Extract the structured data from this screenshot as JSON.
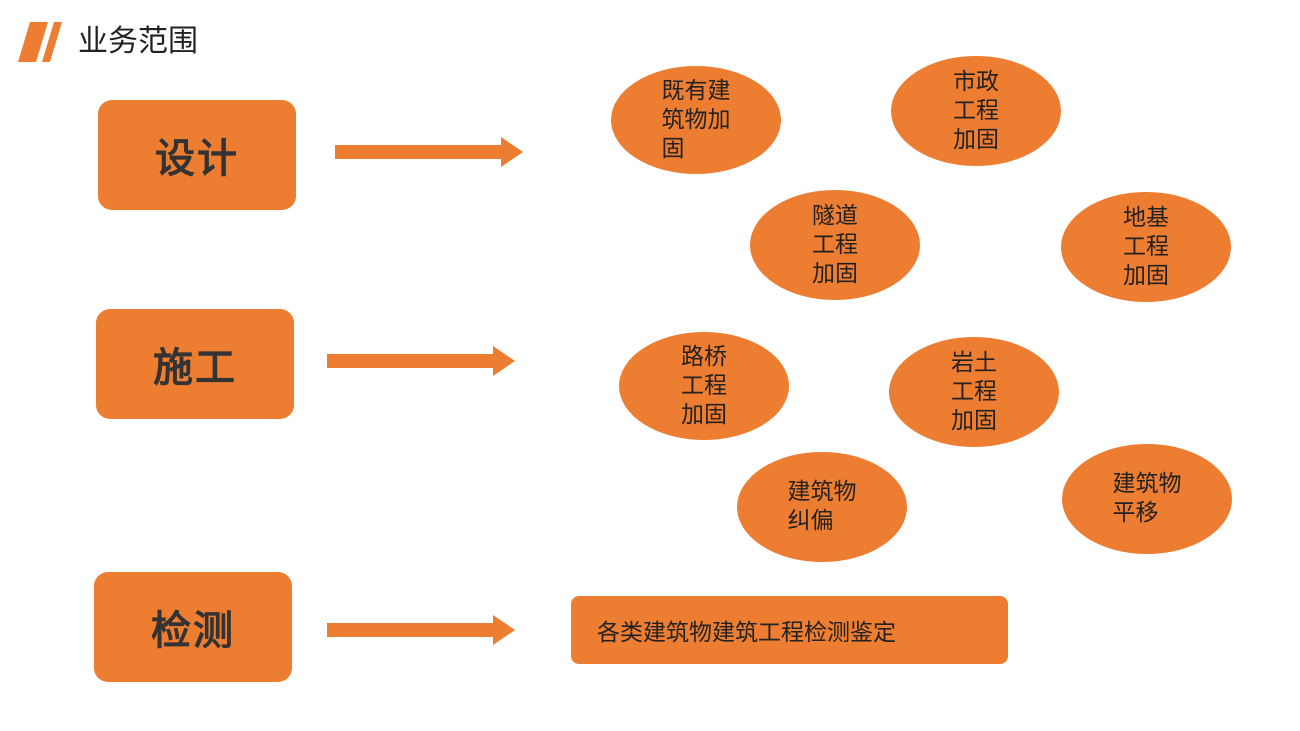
{
  "header": {
    "title": "业务范围",
    "accent_color": "#ED7D31",
    "logo_icon": "slanted-bars-icon"
  },
  "categories": [
    {
      "id": "design",
      "label": "设计"
    },
    {
      "id": "construction",
      "label": "施工"
    },
    {
      "id": "inspection",
      "label": "检测"
    }
  ],
  "services": [
    {
      "label": "既有建\n筑物加\n固"
    },
    {
      "label": "市政\n工程\n加固"
    },
    {
      "label": "隧道\n工程\n加固"
    },
    {
      "label": "地基\n工程\n加固"
    },
    {
      "label": "路桥\n工程\n加固"
    },
    {
      "label": "岩土\n工程\n加固"
    },
    {
      "label": "建筑物\n纠偏"
    },
    {
      "label": "建筑物\n平移"
    }
  ],
  "inspection_scope": {
    "label": "各类建筑物建筑工程检测鉴定"
  },
  "colors": {
    "shape_fill": "#ED7D31",
    "text": "#222222",
    "category_text": "#333333"
  }
}
